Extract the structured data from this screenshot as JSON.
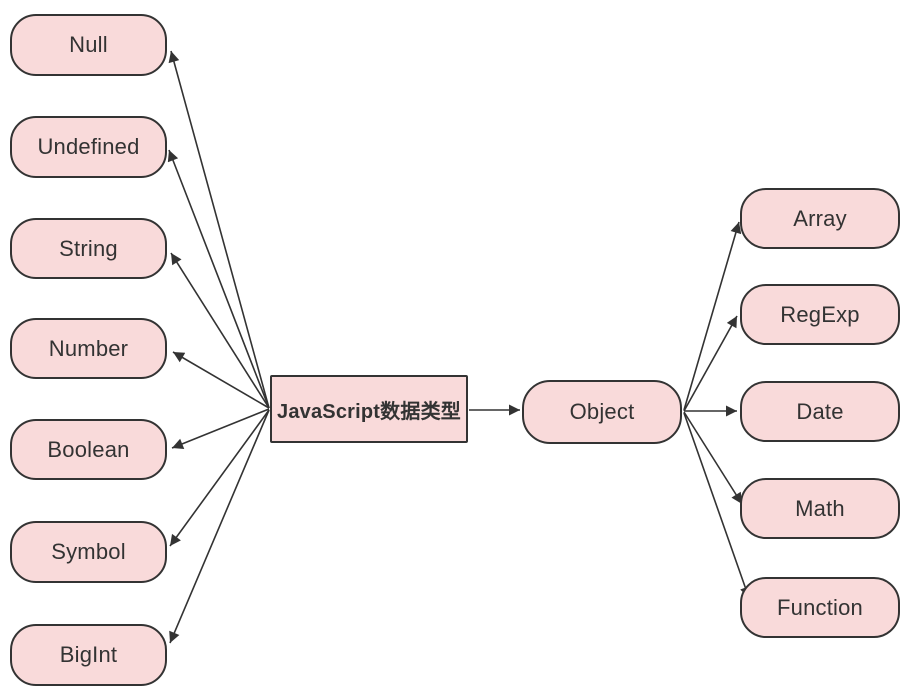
{
  "diagram": {
    "title": "JavaScript数据类型",
    "root": {
      "label": "JavaScript数据类型"
    },
    "object_node": {
      "label": "Object"
    },
    "primitive_types": [
      {
        "label": "Null"
      },
      {
        "label": "Undefined"
      },
      {
        "label": "String"
      },
      {
        "label": "Number"
      },
      {
        "label": "Boolean"
      },
      {
        "label": "Symbol"
      },
      {
        "label": "BigInt"
      }
    ],
    "object_types": [
      {
        "label": "Array"
      },
      {
        "label": "RegExp"
      },
      {
        "label": "Date"
      },
      {
        "label": "Math"
      },
      {
        "label": "Function"
      }
    ],
    "edges": [
      {
        "from": "JavaScript数据类型",
        "to": "Null"
      },
      {
        "from": "JavaScript数据类型",
        "to": "Undefined"
      },
      {
        "from": "JavaScript数据类型",
        "to": "String"
      },
      {
        "from": "JavaScript数据类型",
        "to": "Number"
      },
      {
        "from": "JavaScript数据类型",
        "to": "Boolean"
      },
      {
        "from": "JavaScript数据类型",
        "to": "Symbol"
      },
      {
        "from": "JavaScript数据类型",
        "to": "BigInt"
      },
      {
        "from": "JavaScript数据类型",
        "to": "Object"
      },
      {
        "from": "Object",
        "to": "Array"
      },
      {
        "from": "Object",
        "to": "RegExp"
      },
      {
        "from": "Object",
        "to": "Date"
      },
      {
        "from": "Object",
        "to": "Math"
      },
      {
        "from": "Object",
        "to": "Function"
      }
    ]
  },
  "colors": {
    "node_fill": "#f9dada",
    "node_border": "#333333",
    "arrow": "#333333",
    "text": "#333333",
    "background": "#ffffff"
  }
}
